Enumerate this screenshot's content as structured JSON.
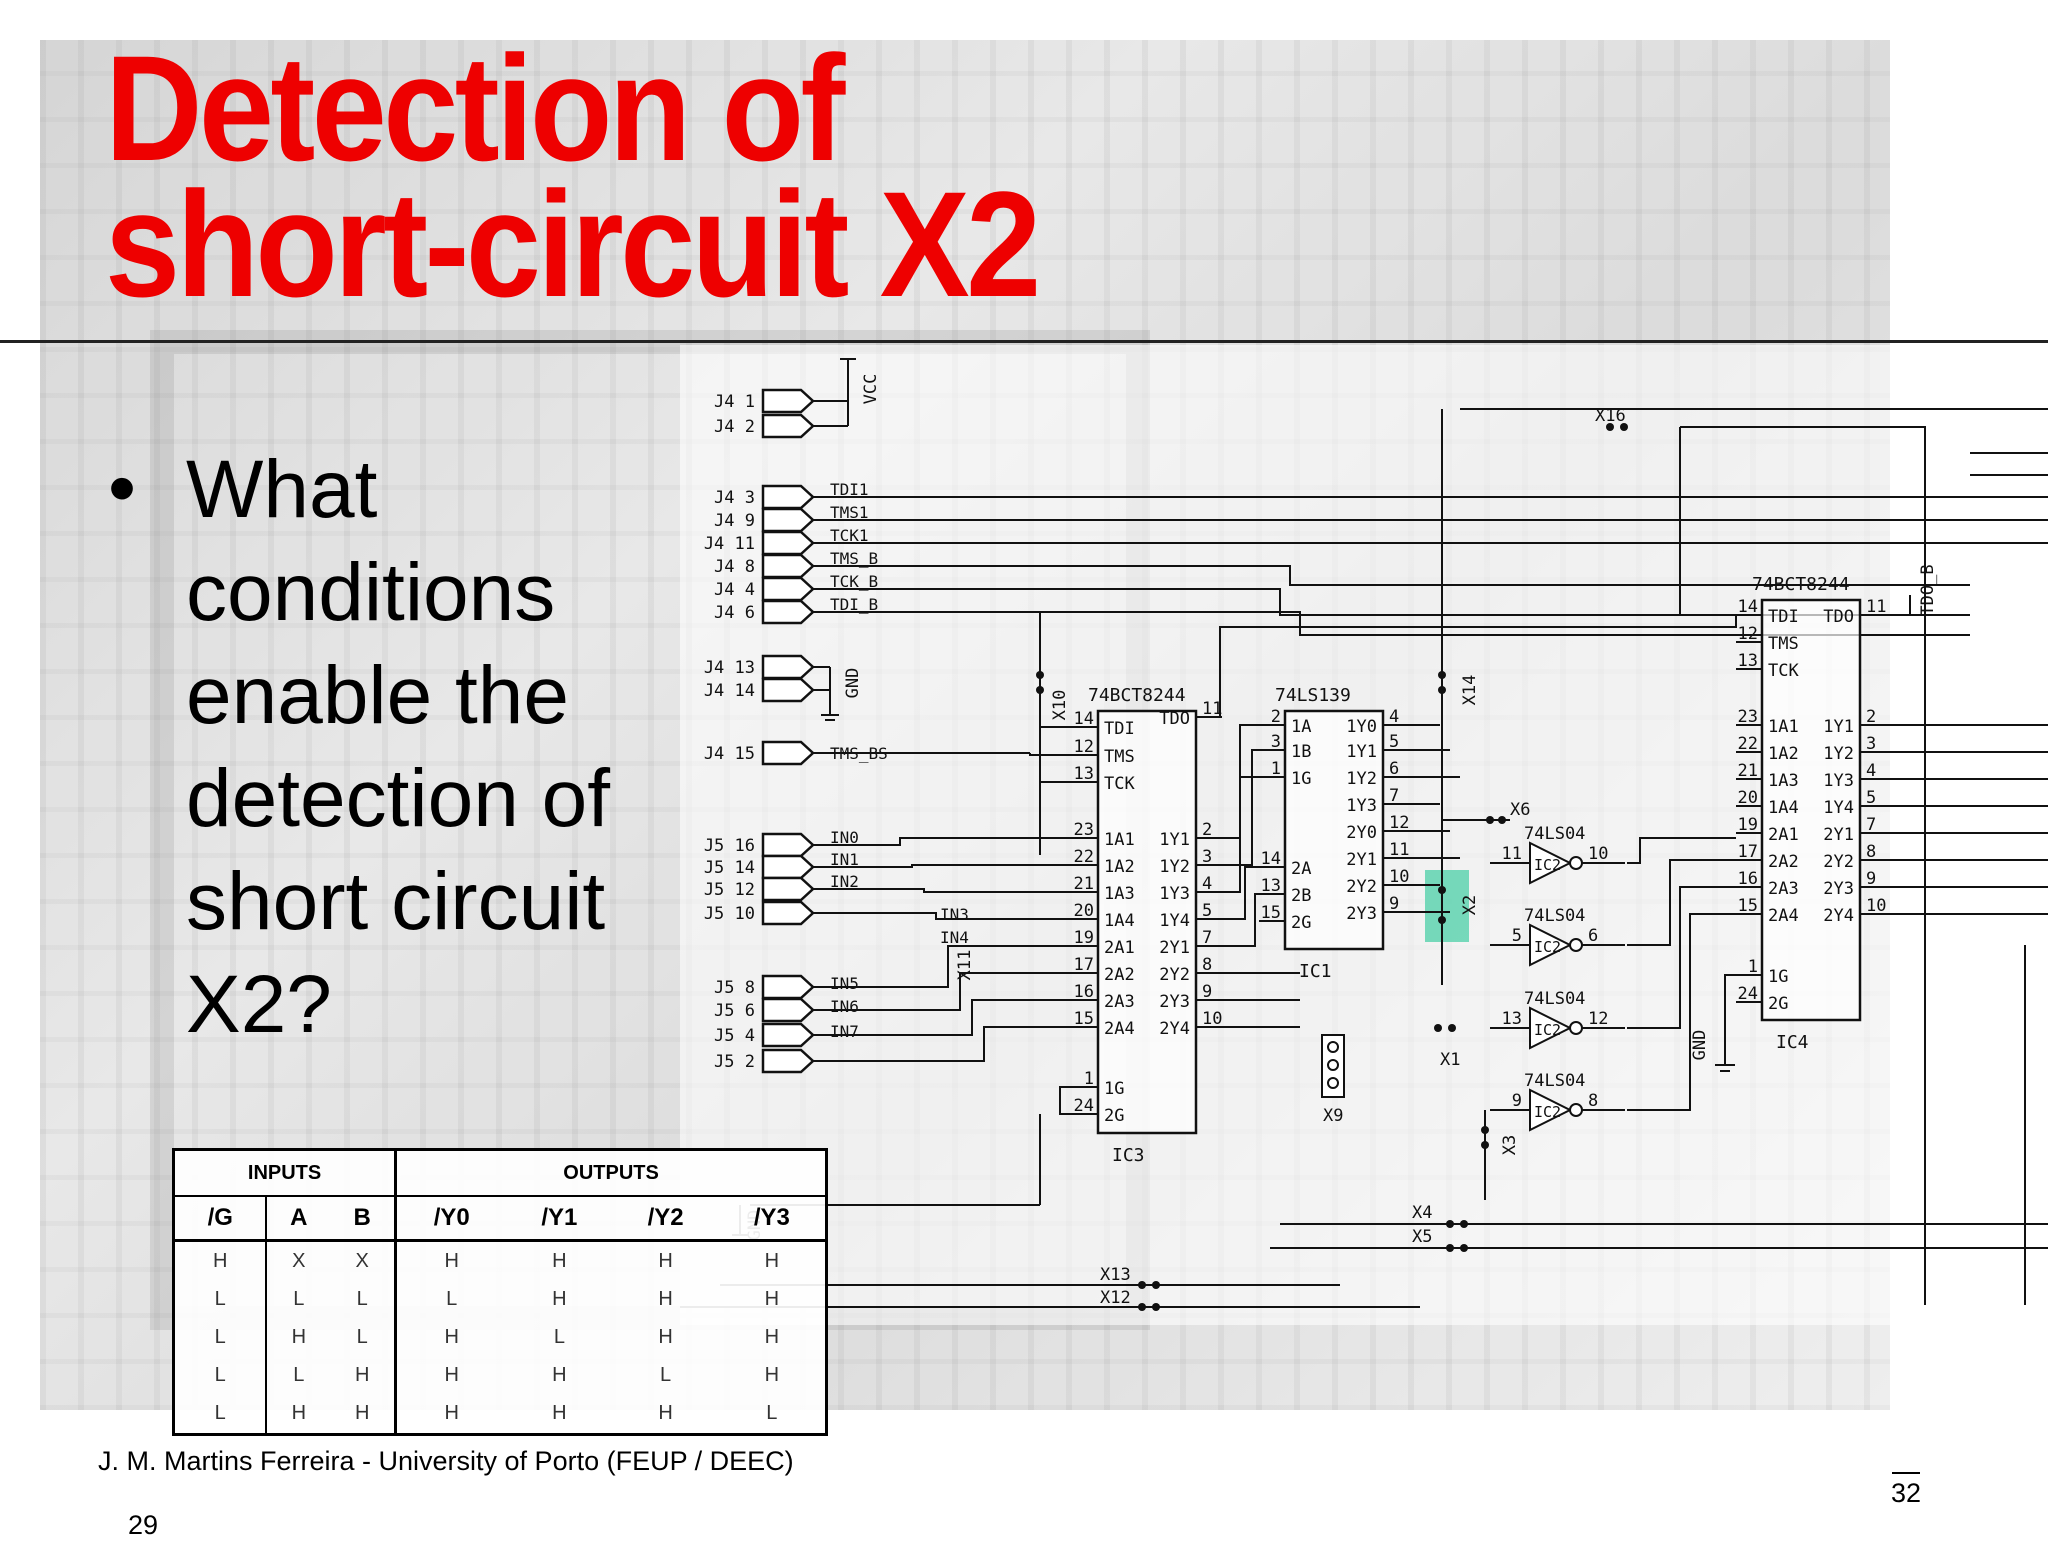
{
  "slide": {
    "title_line1": "Detection of",
    "title_line2": "short-circuit X2",
    "bullet_text": "What conditions enable the detection of short circuit X2?",
    "footer": "J. M. Martins Ferreira - University of Porto (FEUP / DEEC)",
    "page_number": "32",
    "stray_number": "29",
    "highlight_color": "#5fd3b0",
    "title_color": "#ee0000"
  },
  "truth_table": {
    "group_inputs": "INPUTS",
    "group_outputs": "OUTPUTS",
    "headers": [
      "/G",
      "A",
      "B",
      "/Y0",
      "/Y1",
      "/Y2",
      "/Y3"
    ],
    "rows": [
      [
        "H",
        "X",
        "X",
        "H",
        "H",
        "H",
        "H"
      ],
      [
        "L",
        "L",
        "L",
        "L",
        "H",
        "H",
        "H"
      ],
      [
        "L",
        "H",
        "L",
        "H",
        "L",
        "H",
        "H"
      ],
      [
        "L",
        "L",
        "H",
        "H",
        "H",
        "L",
        "H"
      ],
      [
        "L",
        "H",
        "H",
        "H",
        "H",
        "H",
        "L"
      ]
    ]
  },
  "schematic": {
    "connectors": {
      "vcc": "VCC",
      "gnd": "GND",
      "j4": [
        "J4 1",
        "J4 2",
        "J4 3",
        "J4 9",
        "J4 11",
        "J4 8",
        "J4 4",
        "J4 6",
        "J4 13",
        "J4 14",
        "J4 15"
      ],
      "j4_signals": [
        "TDI1",
        "TMS1",
        "TCK1",
        "TMS_B",
        "TCK_B",
        "TDI_B"
      ],
      "tms_bs": "TMS_BS",
      "j5": [
        "J5 16",
        "J5 14",
        "J5 12",
        "J5 10",
        "J5 8",
        "J5 6",
        "J5 4",
        "J5 2"
      ],
      "j5_signals": [
        "IN0",
        "IN1",
        "IN2",
        "IN3",
        "IN4",
        "IN5",
        "IN6",
        "IN7"
      ]
    },
    "ic3": {
      "type": "74BCT8244",
      "ref": "IC3",
      "left_pins": [
        {
          "num": "14",
          "name": "TDI"
        },
        {
          "num": "12",
          "name": "TMS"
        },
        {
          "num": "13",
          "name": "TCK"
        },
        {
          "num": "23",
          "name": "1A1"
        },
        {
          "num": "22",
          "name": "1A2"
        },
        {
          "num": "21",
          "name": "1A3"
        },
        {
          "num": "20",
          "name": "1A4"
        },
        {
          "num": "19",
          "name": "2A1"
        },
        {
          "num": "17",
          "name": "2A2"
        },
        {
          "num": "16",
          "name": "2A3"
        },
        {
          "num": "15",
          "name": "2A4"
        },
        {
          "num": "1",
          "name": "1G"
        },
        {
          "num": "24",
          "name": "2G"
        }
      ],
      "right_pins": [
        {
          "num": "11",
          "name": "TDO"
        },
        {
          "num": "2",
          "name": "1Y1"
        },
        {
          "num": "3",
          "name": "1Y2"
        },
        {
          "num": "4",
          "name": "1Y3"
        },
        {
          "num": "5",
          "name": "1Y4"
        },
        {
          "num": "7",
          "name": "2Y1"
        },
        {
          "num": "8",
          "name": "2Y2"
        },
        {
          "num": "9",
          "name": "2Y3"
        },
        {
          "num": "10",
          "name": "2Y4"
        }
      ]
    },
    "ic1": {
      "type": "74LS139",
      "ref": "IC1",
      "left_pins": [
        {
          "num": "2",
          "name": "1A"
        },
        {
          "num": "3",
          "name": "1B"
        },
        {
          "num": "1",
          "name": "1G"
        },
        {
          "num": "14",
          "name": "2A"
        },
        {
          "num": "13",
          "name": "2B"
        },
        {
          "num": "15",
          "name": "2G"
        }
      ],
      "right_pins": [
        {
          "num": "4",
          "name": "1Y0"
        },
        {
          "num": "5",
          "name": "1Y1"
        },
        {
          "num": "6",
          "name": "1Y2"
        },
        {
          "num": "7",
          "name": "1Y3"
        },
        {
          "num": "12",
          "name": "2Y0"
        },
        {
          "num": "11",
          "name": "2Y1"
        },
        {
          "num": "10",
          "name": "2Y2"
        },
        {
          "num": "9",
          "name": "2Y3"
        }
      ]
    },
    "ic4": {
      "type": "74BCT8244",
      "ref": "IC4",
      "left_pins": [
        {
          "num": "14",
          "name": "TDI"
        },
        {
          "num": "12",
          "name": "TMS"
        },
        {
          "num": "13",
          "name": "TCK"
        },
        {
          "num": "23",
          "name": "1A1"
        },
        {
          "num": "22",
          "name": "1A2"
        },
        {
          "num": "21",
          "name": "1A3"
        },
        {
          "num": "20",
          "name": "1A4"
        },
        {
          "num": "19",
          "name": "2A1"
        },
        {
          "num": "17",
          "name": "2A2"
        },
        {
          "num": "16",
          "name": "2A3"
        },
        {
          "num": "15",
          "name": "2A4"
        },
        {
          "num": "1",
          "name": "1G"
        },
        {
          "num": "24",
          "name": "2G"
        }
      ],
      "right_pins": [
        {
          "num": "11",
          "name": "TDO"
        },
        {
          "num": "2",
          "name": "1Y1"
        },
        {
          "num": "3",
          "name": "1Y2"
        },
        {
          "num": "4",
          "name": "1Y3"
        },
        {
          "num": "5",
          "name": "1Y4"
        },
        {
          "num": "7",
          "name": "2Y1"
        },
        {
          "num": "8",
          "name": "2Y2"
        },
        {
          "num": "9",
          "name": "2Y3"
        },
        {
          "num": "10",
          "name": "2Y4"
        }
      ],
      "tdo_label": "TDO_B"
    },
    "inverters": [
      {
        "type": "74LS04",
        "ref": "IC2",
        "in": "11",
        "out": "10"
      },
      {
        "type": "74LS04",
        "ref": "IC2",
        "in": "5",
        "out": "6"
      },
      {
        "type": "74LS04",
        "ref": "IC2",
        "in": "13",
        "out": "12"
      },
      {
        "type": "74LS04",
        "ref": "IC2",
        "in": "9",
        "out": "8"
      }
    ],
    "shorts": [
      "X1",
      "X2",
      "X3",
      "X4",
      "X5",
      "X6",
      "X9",
      "X10",
      "X11",
      "X12",
      "X13",
      "X14",
      "X16"
    ]
  }
}
